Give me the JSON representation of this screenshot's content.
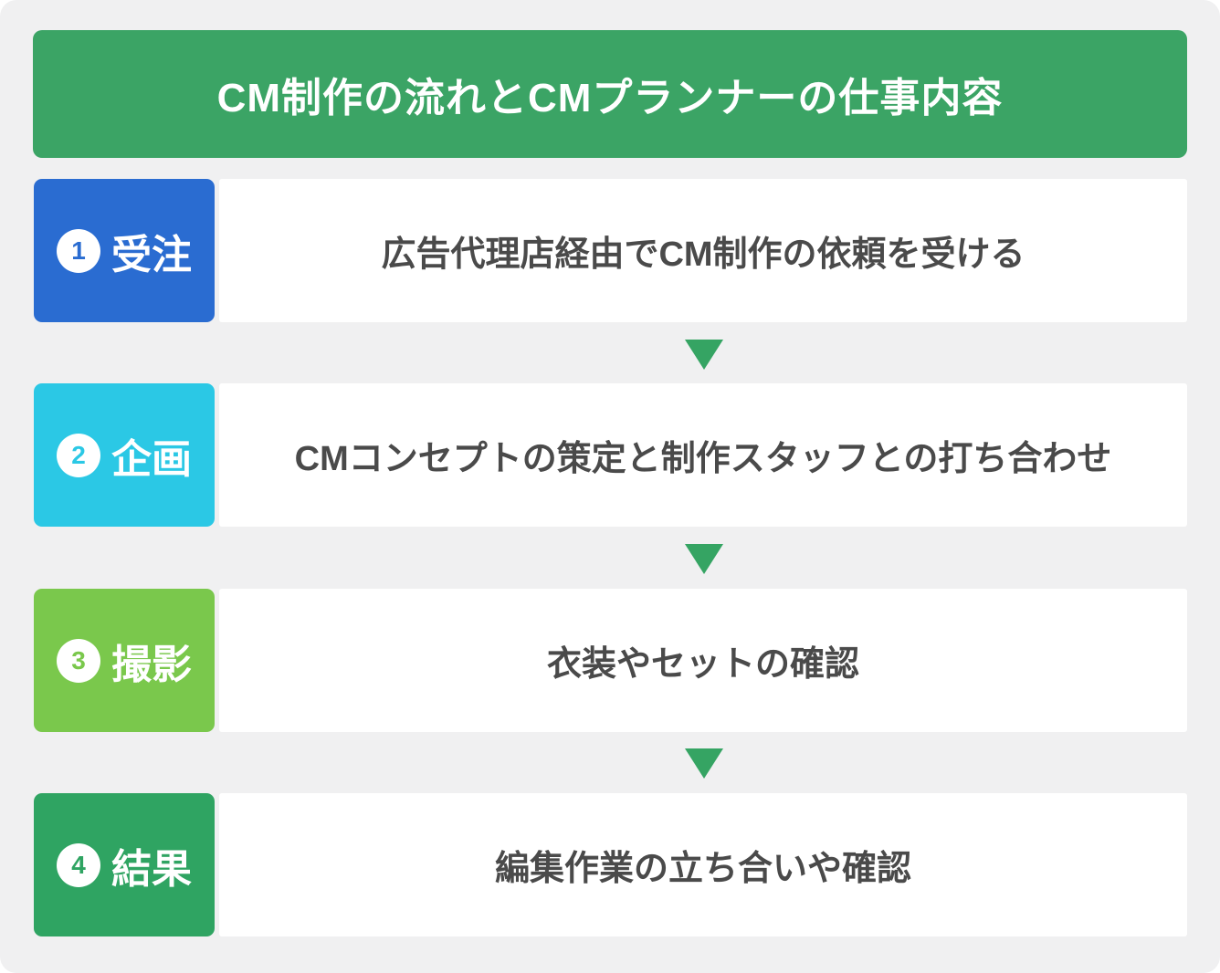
{
  "page": {
    "background_color": "#f0f0f1",
    "arrow_color": "#35a463",
    "header": {
      "title": "CM制作の流れとCMプランナーの仕事内容",
      "bg_color": "#3ba465",
      "text_color": "#ffffff"
    },
    "steps": [
      {
        "number": "1",
        "label": "受注",
        "color": "#2a6cd1",
        "description": "広告代理店経由でCM制作の依頼を受ける"
      },
      {
        "number": "2",
        "label": "企画",
        "color": "#2bc8e5",
        "description": "CMコンセプトの策定と制作スタッフとの打ち合わせ"
      },
      {
        "number": "3",
        "label": "撮影",
        "color": "#7ac84c",
        "description": "衣装やセットの確認"
      },
      {
        "number": "4",
        "label": "結果",
        "color": "#2fa462",
        "description": "編集作業の立ち合いや確認"
      }
    ]
  }
}
